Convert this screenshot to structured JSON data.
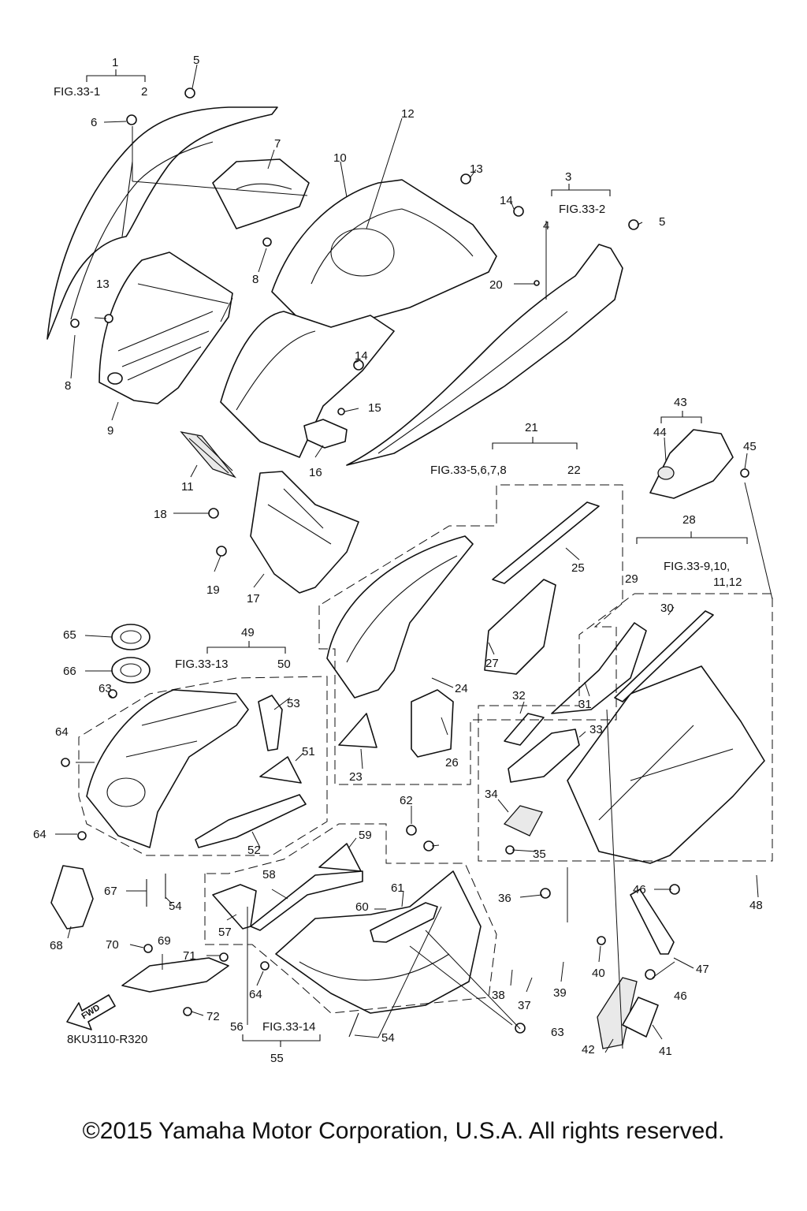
{
  "diagram_code": "8KU3110-R320",
  "fwd_label": "FWD",
  "copyright": "©2015 Yamaha Motor Corporation, U.S.A. All rights reserved.",
  "callouts": [
    {
      "id": "p1",
      "text": "1"
    },
    {
      "id": "p2",
      "text": "2"
    },
    {
      "id": "p3",
      "text": "3"
    },
    {
      "id": "p4",
      "text": "4"
    },
    {
      "id": "p5a",
      "text": "5"
    },
    {
      "id": "p5b",
      "text": "5"
    },
    {
      "id": "p6",
      "text": "6"
    },
    {
      "id": "p7",
      "text": "7"
    },
    {
      "id": "p8a",
      "text": "8"
    },
    {
      "id": "p8b",
      "text": "8"
    },
    {
      "id": "p9",
      "text": "9"
    },
    {
      "id": "p10",
      "text": "10"
    },
    {
      "id": "p11",
      "text": "11"
    },
    {
      "id": "p12",
      "text": "12"
    },
    {
      "id": "p13a",
      "text": "13"
    },
    {
      "id": "p13b",
      "text": "13"
    },
    {
      "id": "p14a",
      "text": "14"
    },
    {
      "id": "p14b",
      "text": "14"
    },
    {
      "id": "p15",
      "text": "15"
    },
    {
      "id": "p16",
      "text": "16"
    },
    {
      "id": "p17",
      "text": "17"
    },
    {
      "id": "p18",
      "text": "18"
    },
    {
      "id": "p19",
      "text": "19"
    },
    {
      "id": "p20",
      "text": "20"
    },
    {
      "id": "p21",
      "text": "21"
    },
    {
      "id": "p22",
      "text": "22"
    },
    {
      "id": "p23",
      "text": "23"
    },
    {
      "id": "p24",
      "text": "24"
    },
    {
      "id": "p25",
      "text": "25"
    },
    {
      "id": "p26",
      "text": "26"
    },
    {
      "id": "p27",
      "text": "27"
    },
    {
      "id": "p28",
      "text": "28"
    },
    {
      "id": "p29",
      "text": "29"
    },
    {
      "id": "p30",
      "text": "30"
    },
    {
      "id": "p31",
      "text": "31"
    },
    {
      "id": "p32",
      "text": "32"
    },
    {
      "id": "p33",
      "text": "33"
    },
    {
      "id": "p34",
      "text": "34"
    },
    {
      "id": "p35",
      "text": "35"
    },
    {
      "id": "p36",
      "text": "36"
    },
    {
      "id": "p37",
      "text": "37"
    },
    {
      "id": "p38",
      "text": "38"
    },
    {
      "id": "p39",
      "text": "39"
    },
    {
      "id": "p40",
      "text": "40"
    },
    {
      "id": "p41",
      "text": "41"
    },
    {
      "id": "p42",
      "text": "42"
    },
    {
      "id": "p43",
      "text": "43"
    },
    {
      "id": "p44",
      "text": "44"
    },
    {
      "id": "p45",
      "text": "45"
    },
    {
      "id": "p46a",
      "text": "46"
    },
    {
      "id": "p46b",
      "text": "46"
    },
    {
      "id": "p47",
      "text": "47"
    },
    {
      "id": "p48",
      "text": "48"
    },
    {
      "id": "p49",
      "text": "49"
    },
    {
      "id": "p50",
      "text": "50"
    },
    {
      "id": "p51",
      "text": "51"
    },
    {
      "id": "p52",
      "text": "52"
    },
    {
      "id": "p53",
      "text": "53"
    },
    {
      "id": "p54a",
      "text": "54"
    },
    {
      "id": "p54b",
      "text": "54"
    },
    {
      "id": "p55",
      "text": "55"
    },
    {
      "id": "p56",
      "text": "56"
    },
    {
      "id": "p57",
      "text": "57"
    },
    {
      "id": "p58",
      "text": "58"
    },
    {
      "id": "p59",
      "text": "59"
    },
    {
      "id": "p60",
      "text": "60"
    },
    {
      "id": "p61",
      "text": "61"
    },
    {
      "id": "p62",
      "text": "62"
    },
    {
      "id": "p63a",
      "text": "63"
    },
    {
      "id": "p63b",
      "text": "63"
    },
    {
      "id": "p64a",
      "text": "64"
    },
    {
      "id": "p64b",
      "text": "64"
    },
    {
      "id": "p64c",
      "text": "64"
    },
    {
      "id": "p65",
      "text": "65"
    },
    {
      "id": "p66",
      "text": "66"
    },
    {
      "id": "p67",
      "text": "67"
    },
    {
      "id": "p68",
      "text": "68"
    },
    {
      "id": "p69",
      "text": "69"
    },
    {
      "id": "p70",
      "text": "70"
    },
    {
      "id": "p71",
      "text": "71"
    },
    {
      "id": "p72",
      "text": "72"
    }
  ],
  "fig_refs": [
    {
      "id": "f33_1",
      "text": "FIG.33-1"
    },
    {
      "id": "f33_2",
      "text": "FIG.33-2"
    },
    {
      "id": "f33_5",
      "text": "FIG.33-5,6,7,8"
    },
    {
      "id": "f33_9",
      "text": "FIG.33-9,10,"
    },
    {
      "id": "f33_9b",
      "text": "11,12"
    },
    {
      "id": "f33_13",
      "text": "FIG.33-13"
    },
    {
      "id": "f33_14",
      "text": "FIG.33-14"
    }
  ]
}
